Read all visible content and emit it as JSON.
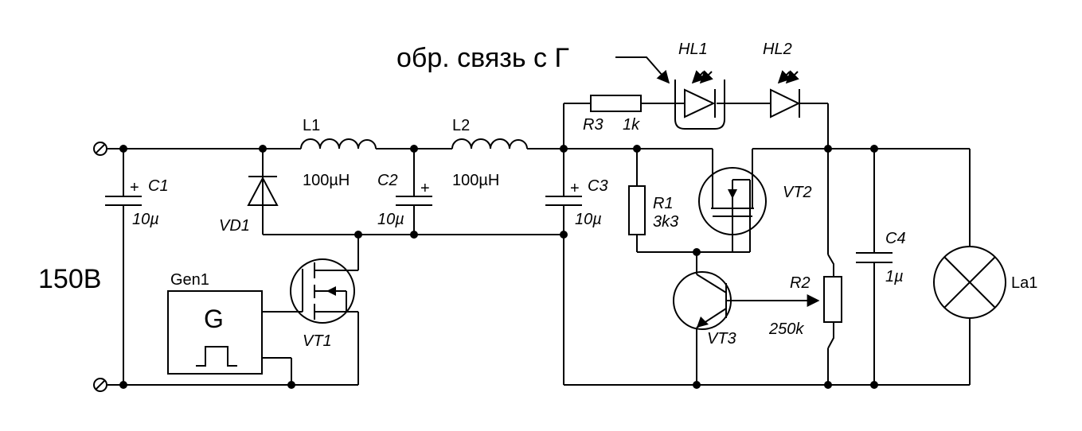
{
  "feedback_note": "обр. связь с Г",
  "supply_voltage": "150В",
  "components": {
    "C1": {
      "ref": "C1",
      "value": "10µ",
      "polarity": "+"
    },
    "C2": {
      "ref": "C2",
      "value": "10µ",
      "polarity": "+"
    },
    "C3": {
      "ref": "C3",
      "value": "10µ",
      "polarity": "+"
    },
    "C4": {
      "ref": "C4",
      "value": "1µ"
    },
    "L1": {
      "ref": "L1",
      "value": "100µH"
    },
    "L2": {
      "ref": "L2",
      "value": "100µH"
    },
    "R1": {
      "ref": "R1",
      "value": "3k3"
    },
    "R2": {
      "ref": "R2",
      "value": "250k"
    },
    "R3": {
      "ref": "R3",
      "value": "1k"
    },
    "VD1": {
      "ref": "VD1"
    },
    "VT1": {
      "ref": "VT1"
    },
    "VT2": {
      "ref": "VT2"
    },
    "VT3": {
      "ref": "VT3"
    },
    "HL1": {
      "ref": "HL1"
    },
    "HL2": {
      "ref": "HL2"
    },
    "La1": {
      "ref": "La1"
    },
    "Gen1": {
      "ref": "Gen1",
      "symbol": "G"
    }
  }
}
